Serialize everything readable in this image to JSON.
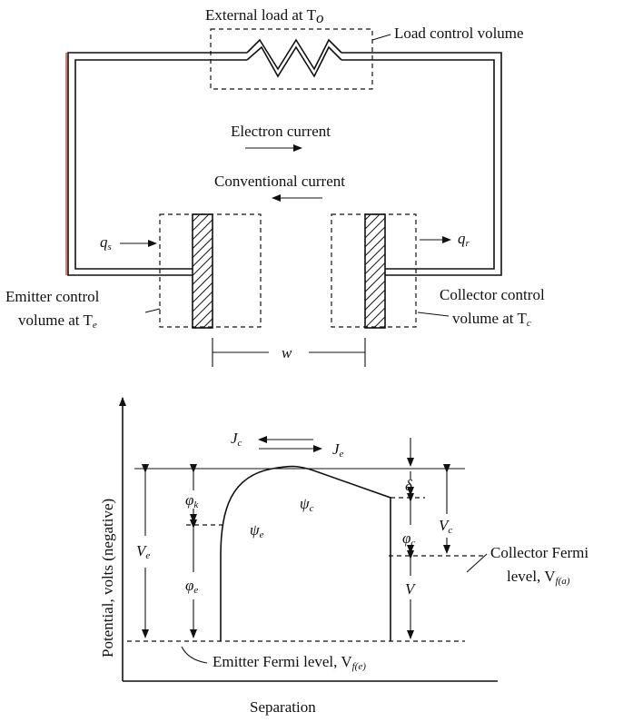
{
  "circuit": {
    "external_load": "External load at T",
    "external_load_sub": "o",
    "load_control_volume": "Load control volume",
    "electron_current": "Electron current",
    "conventional_current": "Conventional current",
    "q_s": "q",
    "q_s_sub": "s",
    "q_r": "q",
    "q_r_sub": "r",
    "emitter_line1": "Emitter control",
    "emitter_line2": "volume at T",
    "emitter_sub": "e",
    "collector_line1": "Collector control",
    "collector_line2": "volume at T",
    "collector_sub": "c",
    "gap": "w"
  },
  "potential_diagram": {
    "ylabel": "Potential, volts (negative)",
    "xlabel": "Separation",
    "J_c": "J",
    "J_c_sub": "c",
    "J_e": "J",
    "J_e_sub": "e",
    "phi_k": "φ",
    "phi_k_sub": "k",
    "phi_e": "φ",
    "phi_e_sub": "e",
    "phi_c": "φ",
    "phi_c_sub": "c",
    "psi_e": "ψ",
    "psi_e_sub": "e",
    "psi_c": "ψ",
    "psi_c_sub": "c",
    "V_e": "V",
    "V_e_sub": "e",
    "V_c": "V",
    "V_c_sub": "c",
    "V": "V",
    "delta": "δ",
    "collector_fermi_line1": "Collector Fermi",
    "collector_fermi_line2": "level, V",
    "collector_fermi_sub": "f(a)",
    "emitter_fermi": "Emitter Fermi level, V",
    "emitter_fermi_sub": "f(e)"
  }
}
